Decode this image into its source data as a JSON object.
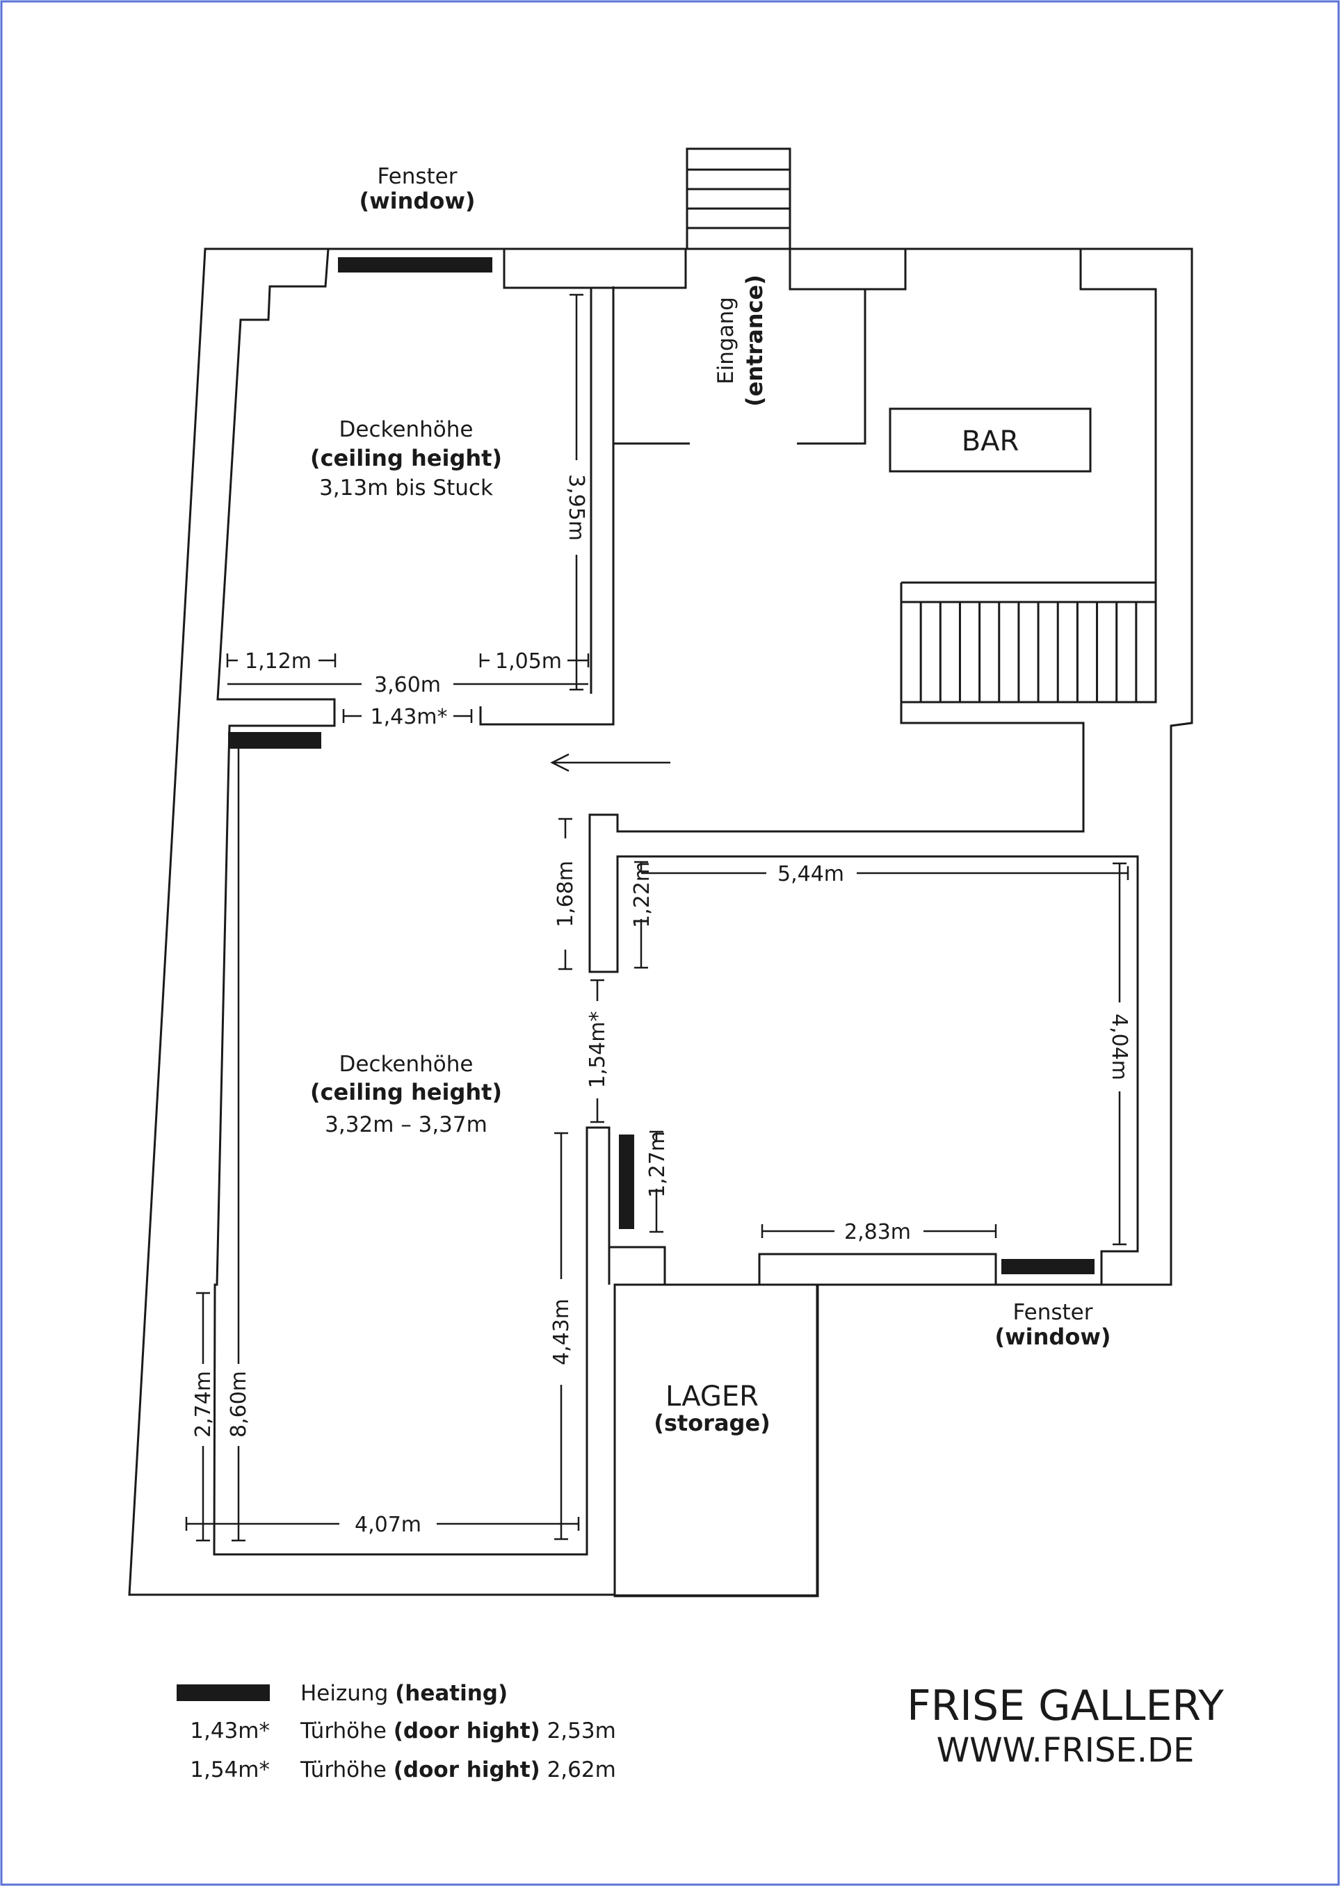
{
  "labels": {
    "window_top": "Fenster",
    "window_top_en": "(window)",
    "window_right": "Fenster",
    "window_right_en": "(window)",
    "entrance": "Eingang",
    "entrance_en": "(entrance)",
    "bar": "BAR",
    "room1_title": "Deckenhöhe",
    "room1_title_en": "(ceiling height)",
    "room1_value": "3,13m bis Stuck",
    "room2_title": "Deckenhöhe",
    "room2_title_en": "(ceiling height)",
    "room2_value": "3,32m – 3,37m",
    "storage": "LAGER",
    "storage_en": "(storage)"
  },
  "dimensions": {
    "d395": "3,95m",
    "d112": "1,12m",
    "d105": "1,05m",
    "d360": "3,60m",
    "d143": "1,43m*",
    "d168": "1,68m",
    "d122": "1,22m",
    "d544": "5,44m",
    "d154": "1,54m*",
    "d404": "4,04m",
    "d127": "1,27m",
    "d283": "2,83m",
    "d443": "4,43m",
    "d274": "2,74m",
    "d860": "8,60m",
    "d407": "4,07m"
  },
  "legend": {
    "heating_name": "Heizung",
    "heating_en": "(heating)",
    "row1_code": "1,43m*",
    "row1_label": "Türhöhe",
    "row1_en": "(door hight)",
    "row1_value": "2,53m",
    "row2_code": "1,54m*",
    "row2_label": "Türhöhe",
    "row2_en": "(door hight)",
    "row2_value": "2,62m"
  },
  "brand": {
    "name": "FRISE GALLERY",
    "url": "WWW.FRISE.DE"
  },
  "colors": {
    "line": "#1a1a1a",
    "frame": "#5b73d6",
    "background": "#ffffff"
  }
}
